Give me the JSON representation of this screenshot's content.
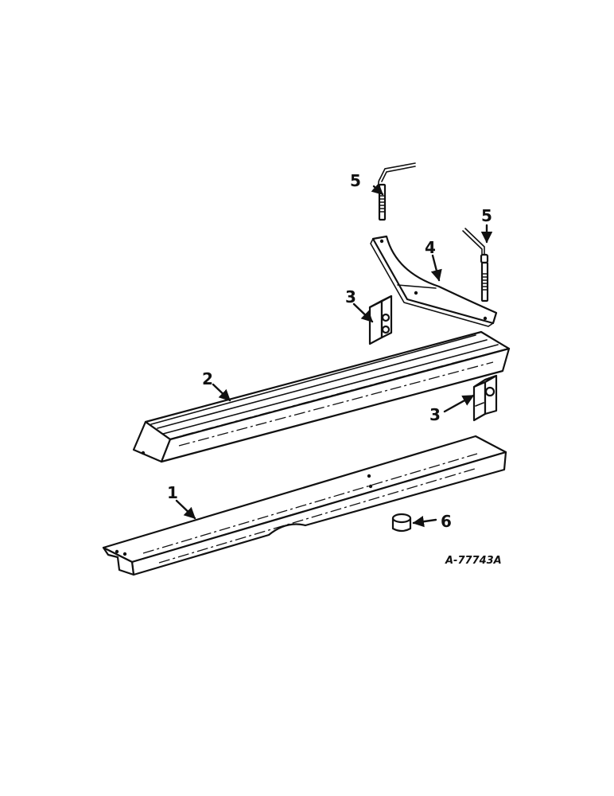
{
  "figure_id": "A-77743A",
  "callouts": {
    "c1": "1",
    "c2": "2",
    "c3a": "3",
    "c3b": "3",
    "c4": "4",
    "c5a": "5",
    "c5b": "5",
    "c6": "6"
  },
  "colors": {
    "ink": "#111111",
    "paper": "#ffffff"
  }
}
